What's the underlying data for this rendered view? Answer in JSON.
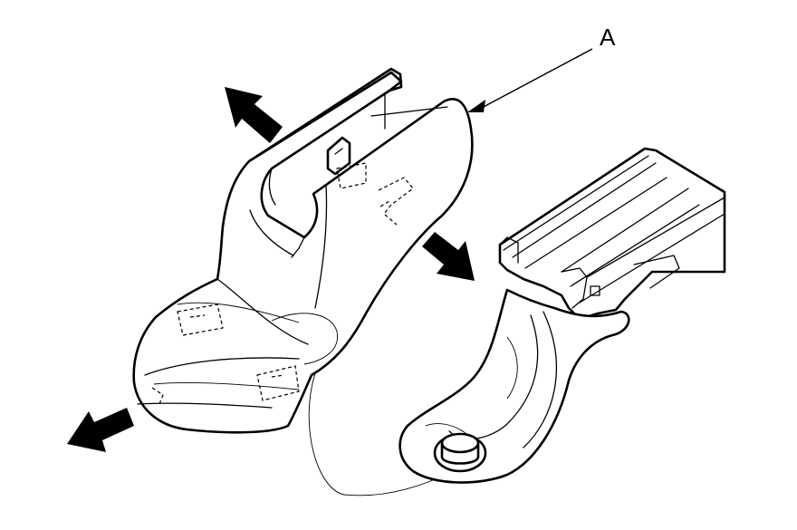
{
  "diagram": {
    "callout": {
      "label": "A"
    }
  },
  "colors": {
    "ink": "#000000",
    "paper": "#ffffff"
  },
  "arrows": [
    {
      "name": "arrow-upper-left",
      "direction": "up-left"
    },
    {
      "name": "arrow-lower-left",
      "direction": "down-left"
    },
    {
      "name": "arrow-lower-right",
      "direction": "down-right"
    }
  ]
}
